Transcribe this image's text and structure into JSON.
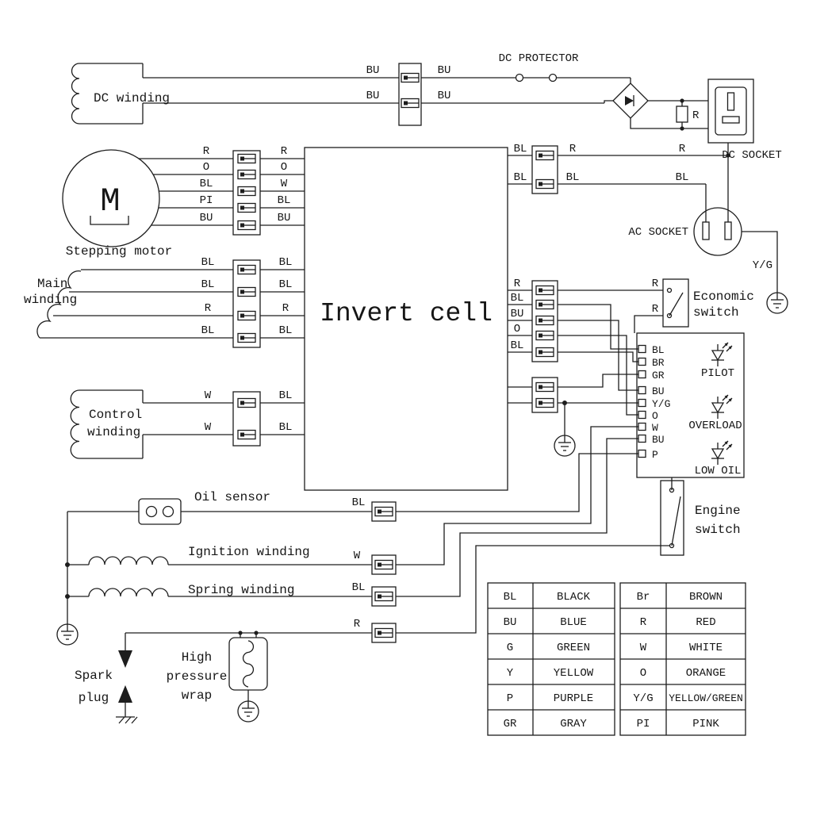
{
  "components": {
    "dc_winding": {
      "label": "DC winding"
    },
    "dc_protector": {
      "label": "DC PROTECTOR"
    },
    "dc_socket": {
      "label": "DC SOCKET"
    },
    "resistor": {
      "label": "R"
    },
    "stepping_motor": {
      "label": "Stepping motor",
      "symbol": "M"
    },
    "invert_cell": {
      "label": "Invert cell"
    },
    "ac_socket": {
      "label": "AC SOCKET"
    },
    "ground_wire": {
      "label": "Y/G"
    },
    "main_winding": {
      "label_line1": "Main",
      "label_line2": "winding"
    },
    "control_winding": {
      "label_line1": "Control",
      "label_line2": "winding"
    },
    "economic_switch": {
      "label_line1": "Economic",
      "label_line2": "switch",
      "terminal_top": "R",
      "terminal_bottom": "R"
    },
    "indicator_panel": {
      "terminals": [
        "BL",
        "BR",
        "GR",
        "BU",
        "Y/G",
        "O",
        "W",
        "BU",
        "P"
      ],
      "pilot": "PILOT",
      "overload": "OVERLOAD",
      "low_oil": "LOW OIL"
    },
    "engine_switch": {
      "label_line1": "Engine",
      "label_line2": "switch"
    },
    "oil_sensor": {
      "label": "Oil sensor"
    },
    "ignition_winding": {
      "label": "Ignition winding"
    },
    "spring_winding": {
      "label": "Spring winding"
    },
    "spark_plug": {
      "label_line1": "Spark",
      "label_line2": "plug"
    },
    "high_pressure_wrap": {
      "label_line1": "High",
      "label_line2": "pressure",
      "label_line3": "wrap"
    }
  },
  "wire_labels": {
    "dc_top_left": "BU",
    "dc_top_right": "BU",
    "dc_bottom_left": "BU",
    "dc_bottom_right": "BU",
    "motor_rows": [
      {
        "left": "R",
        "right": "R"
      },
      {
        "left": "O",
        "right": "O"
      },
      {
        "left": "BL",
        "right": "W"
      },
      {
        "left": "PI",
        "right": "BL"
      },
      {
        "left": "BU",
        "right": "BU"
      }
    ],
    "socket_rows": [
      {
        "a": "BL",
        "b": "R",
        "c": "R"
      },
      {
        "a": "BL",
        "b": "BL",
        "c": "BL"
      }
    ],
    "main_rows": [
      {
        "left": "BL",
        "right": "BL"
      },
      {
        "left": "BL",
        "right": "BL"
      },
      {
        "left": "R",
        "right": "R"
      },
      {
        "left": "BL",
        "right": "BL"
      }
    ],
    "control_rows": [
      {
        "left": "W",
        "right": "BL"
      },
      {
        "left": "W",
        "right": "BL"
      }
    ],
    "panel_in": [
      "R",
      "BL",
      "BU",
      "O",
      "BL"
    ],
    "oil_sensor": "BL",
    "ignition": "W",
    "spring": "BL",
    "plug": "R"
  },
  "legend": {
    "rows": [
      {
        "c1": "BL",
        "c2": "BLACK",
        "c3": "Br",
        "c4": "BROWN"
      },
      {
        "c1": "BU",
        "c2": "BLUE",
        "c3": "R",
        "c4": "RED"
      },
      {
        "c1": "G",
        "c2": "GREEN",
        "c3": "W",
        "c4": "WHITE"
      },
      {
        "c1": "Y",
        "c2": "YELLOW",
        "c3": "O",
        "c4": "ORANGE"
      },
      {
        "c1": "P",
        "c2": "PURPLE",
        "c3": "Y/G",
        "c4": "YELLOW/GREEN"
      },
      {
        "c1": "GR",
        "c2": "GRAY",
        "c3": "PI",
        "c4": "PINK"
      }
    ]
  }
}
